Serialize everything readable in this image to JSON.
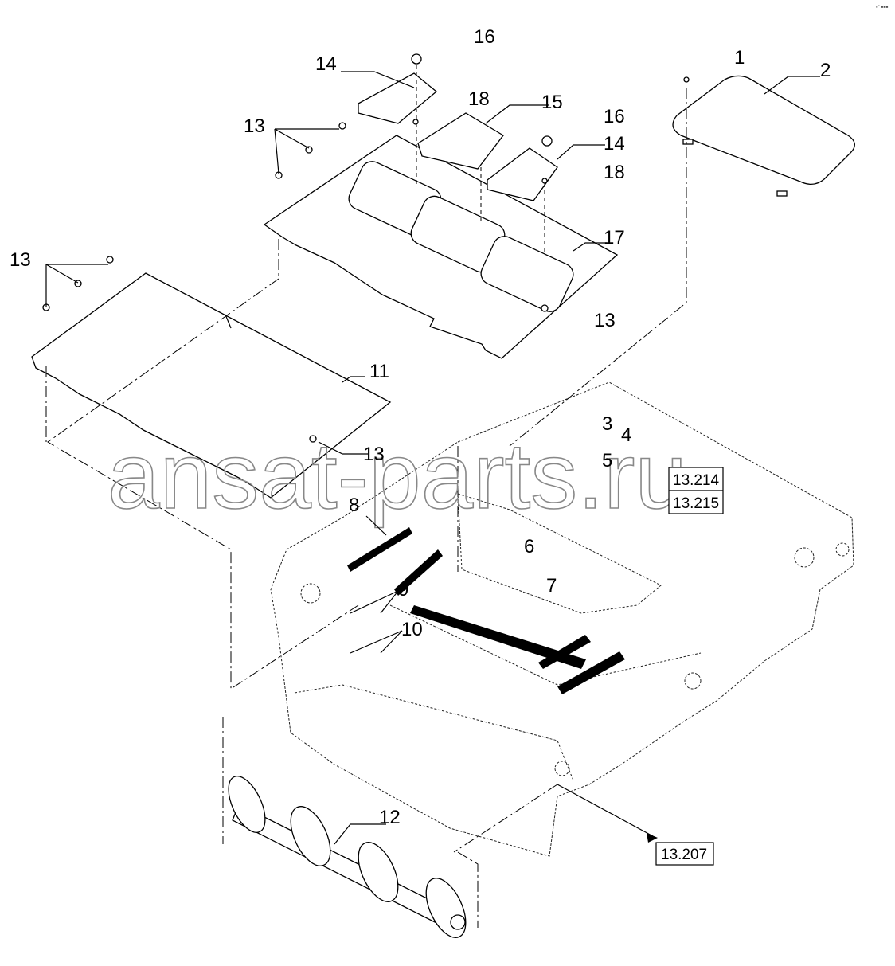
{
  "corner_mark": "e° ■■■",
  "watermark": "ansat-parts.ru",
  "callouts": [
    {
      "id": "c16a",
      "text": "16"
    },
    {
      "id": "c14a",
      "text": "14"
    },
    {
      "id": "c1",
      "text": "1"
    },
    {
      "id": "c2",
      "text": "2"
    },
    {
      "id": "c18a",
      "text": "18"
    },
    {
      "id": "c15",
      "text": "15"
    },
    {
      "id": "c13a",
      "text": "13"
    },
    {
      "id": "c16b",
      "text": "16"
    },
    {
      "id": "c14b",
      "text": "14"
    },
    {
      "id": "c18b",
      "text": "18"
    },
    {
      "id": "c17",
      "text": "17"
    },
    {
      "id": "c13b",
      "text": "13"
    },
    {
      "id": "c13c",
      "text": "13"
    },
    {
      "id": "c11",
      "text": "11"
    },
    {
      "id": "c3",
      "text": "3"
    },
    {
      "id": "c4",
      "text": "4"
    },
    {
      "id": "c5",
      "text": "5"
    },
    {
      "id": "c13d",
      "text": "13"
    },
    {
      "id": "c8",
      "text": "8"
    },
    {
      "id": "c6",
      "text": "6"
    },
    {
      "id": "c7",
      "text": "7"
    },
    {
      "id": "c9",
      "text": "9"
    },
    {
      "id": "c10",
      "text": "10"
    },
    {
      "id": "c12",
      "text": "12"
    }
  ],
  "references": {
    "ref_a": "13.214",
    "ref_b": "13.215",
    "ref_c": "13.207"
  }
}
